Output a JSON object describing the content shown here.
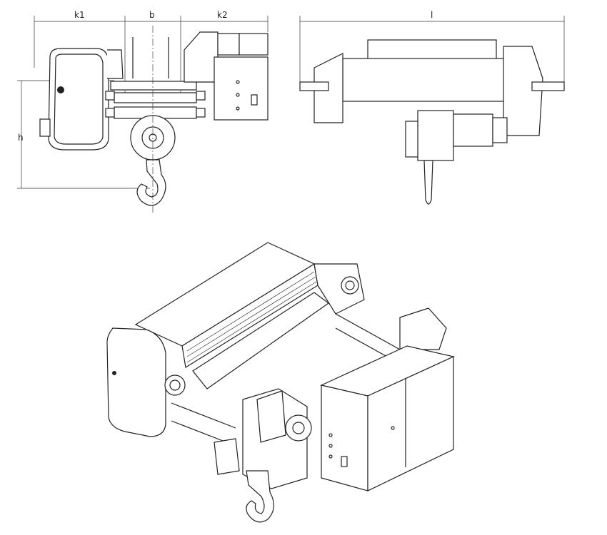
{
  "drawing": {
    "front_view": {
      "dimensions": {
        "k1": "k1",
        "b": "b",
        "k2": "k2",
        "h": "h"
      }
    },
    "side_view": {
      "dimensions": {
        "l": "l"
      }
    },
    "isometric_view": {}
  },
  "colors": {
    "line": "#222222",
    "background": "#ffffff"
  }
}
